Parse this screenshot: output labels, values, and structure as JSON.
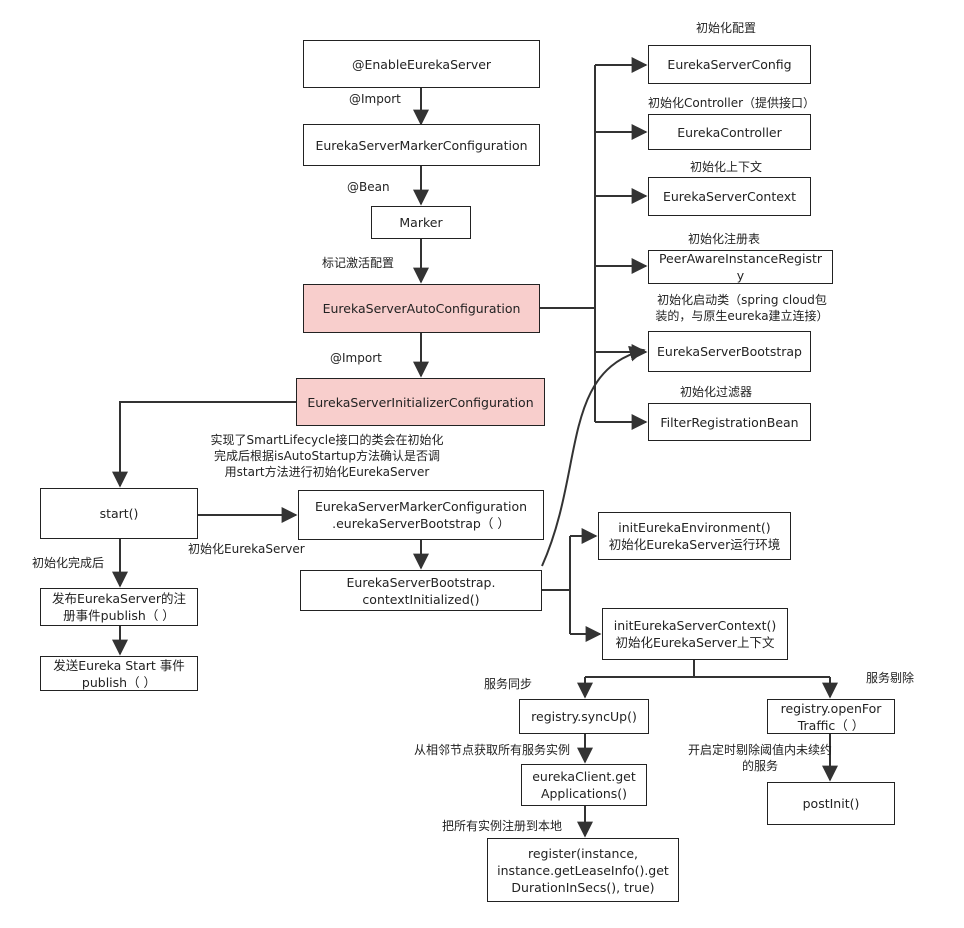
{
  "boxes": {
    "enable_eureka_server": "@EnableEurekaServer",
    "marker_configuration": "EurekaServerMarkerConfiguration",
    "marker": "Marker",
    "auto_configuration": "EurekaServerAutoConfiguration",
    "initializer_configuration": "EurekaServerInitializerConfiguration",
    "start": "start()",
    "marker_config_bootstrap": "EurekaServerMarkerConfiguration\n.eurekaServerBootstrap（ ）",
    "bootstrap_context_initialized": "EurekaServerBootstrap.\ncontextInitialized()",
    "publish_event": "发布EurekaServer的注\n册事件publish（ ）",
    "send_start_event": "发送Eureka Start 事件\npublish（ ）",
    "server_config": "EurekaServerConfig",
    "eureka_controller": "EurekaController",
    "server_context": "EurekaServerContext",
    "peer_aware_registry": "PeerAwareInstanceRegistr\ny",
    "server_bootstrap": "EurekaServerBootstrap",
    "filter_registration_bean": "FilterRegistrationBean",
    "init_environment": "initEurekaEnvironment()\n初始化EurekaServer运行环境",
    "init_server_context": "initEurekaServerContext()\n初始化EurekaServer上下文",
    "registry_sync_up": "registry.syncUp()",
    "client_get_applications": "eurekaClient.get\nApplications()",
    "register_instance": "register(instance,\ninstance.getLeaseInfo().get\nDurationInSecs(), true)",
    "registry_open_for_traffic": "registry.openFor\nTraffic（ ）",
    "post_init": "postInit()"
  },
  "labels": {
    "import_1": "@Import",
    "bean": "@Bean",
    "mark_activate_config": "标记激活配置",
    "import_2": "@Import",
    "smart_lifecycle_note": "实现了SmartLifecycle接口的类会在初始化\n完成后根据isAutoStartup方法确认是否调\n用start方法进行初始化EurekaServer",
    "init_eureka_server": "初始化EurekaServer",
    "init_complete": "初始化完成后",
    "init_config": "初始化配置",
    "init_controller": "初始化Controller（提供接口）",
    "init_context": "初始化上下文",
    "init_registry": "初始化注册表",
    "init_bootstrap_class": "初始化启动类（spring cloud包\n装的，与原生eureka建立连接）",
    "init_filter": "初始化过滤器",
    "service_sync": "服务同步",
    "service_eviction": "服务剔除",
    "fetch_from_peers": "从相邻节点获取所有服务实例",
    "register_locally": "把所有实例注册到本地",
    "start_eviction_timer": "开启定时剔除阈值内未续约\n的服务"
  },
  "colors": {
    "highlight_fill": "#f8cecc",
    "line": "#333333"
  }
}
